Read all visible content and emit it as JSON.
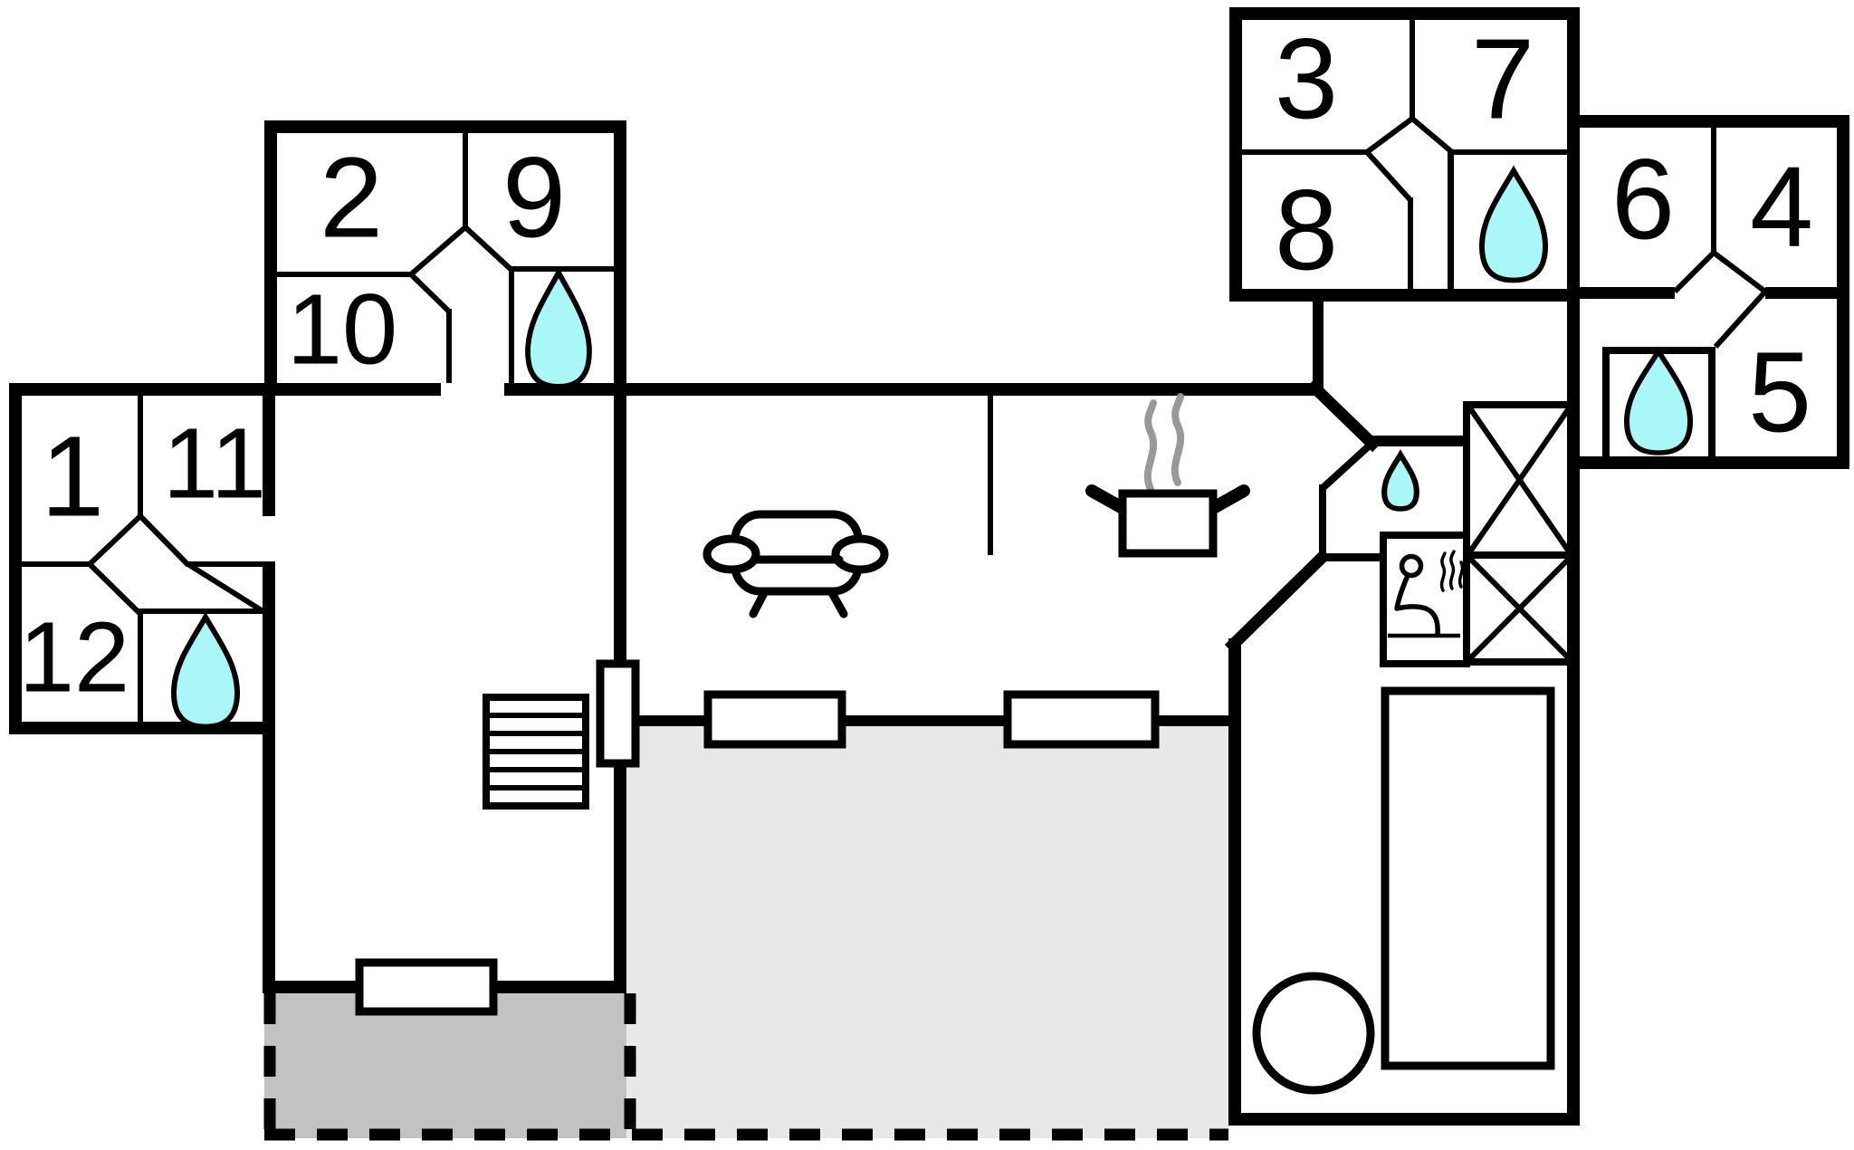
{
  "title": "Holiday house floor plan",
  "colors": {
    "wall": "#000000",
    "background": "#ffffff",
    "water": "#aaf7f7",
    "terrace_light": "#e8e8e8",
    "terrace_dark": "#c2c2c2",
    "steam": "#999999"
  },
  "rooms": [
    {
      "id": "room-1",
      "label": "1"
    },
    {
      "id": "room-2",
      "label": "2"
    },
    {
      "id": "room-3",
      "label": "3"
    },
    {
      "id": "room-4",
      "label": "4"
    },
    {
      "id": "room-5",
      "label": "5"
    },
    {
      "id": "room-6",
      "label": "6"
    },
    {
      "id": "room-7",
      "label": "7"
    },
    {
      "id": "room-8",
      "label": "8"
    },
    {
      "id": "room-9",
      "label": "9"
    },
    {
      "id": "room-10",
      "label": "10"
    },
    {
      "id": "room-11",
      "label": "11"
    },
    {
      "id": "room-12",
      "label": "12"
    }
  ],
  "icons": {
    "water_drop": "water point / bathroom",
    "pool": "swimming pool",
    "hot_tub": "hot tub",
    "sauna": "sauna with steam",
    "sofa": "sofa / living room",
    "stove": "steaming pot / kitchen",
    "stairs": "staircase",
    "wardrobe": "crossed box / storage",
    "terrace_dark": "covered terrace",
    "terrace_light": "terrace",
    "door": "door / window opening"
  }
}
